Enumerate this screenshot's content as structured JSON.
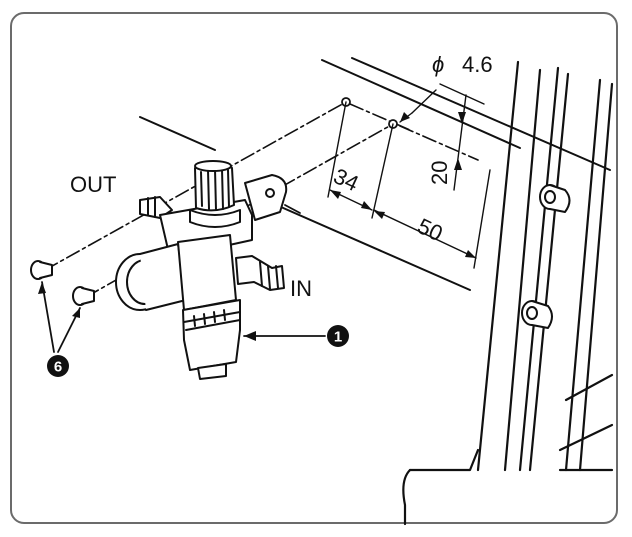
{
  "labels": {
    "out": "OUT",
    "in": "IN",
    "phi": "ϕ",
    "hole_diameter": "4.6",
    "dim_34": "34",
    "dim_50": "50",
    "dim_20": "20",
    "callout_regulator": "1",
    "callout_screws": "6"
  }
}
